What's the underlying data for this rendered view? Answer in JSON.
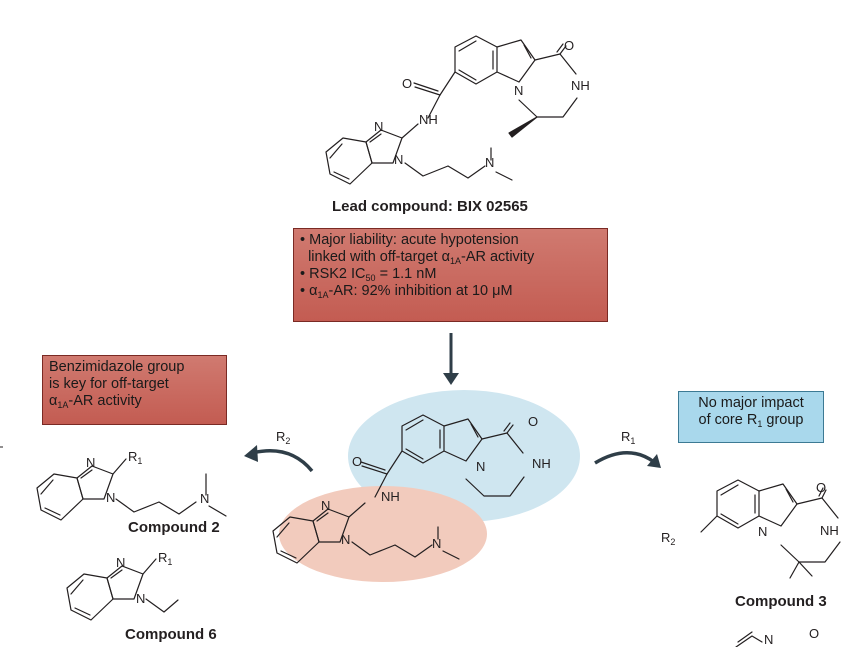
{
  "lead": {
    "title": "Lead compound: BIX 02565",
    "b1_a": "Major liability: acute hypotension",
    "b2_pre": "linked with off-target α",
    "b2_sub": "1A",
    "b2_post": "-AR activity",
    "b3_pre": "RSK2 IC",
    "b3_sub": "50",
    "b3_post": " = 1.1 nM",
    "b4_pre": "α",
    "b4_sub": "1A",
    "b4_post": "-AR: 92% inhibition at 10 μM"
  },
  "left_box": {
    "l1": "Benzimidazole group",
    "l2": "is key for off-target",
    "l3_pre": "α",
    "l3_sub": "1A",
    "l3_post": "-AR activity"
  },
  "right_box": {
    "l1": "No major impact",
    "l2_pre": "of core R",
    "l2_sub": "1",
    "l2_post": " group"
  },
  "arrows": {
    "left_label_main": "R",
    "left_label_sub": "2",
    "right_label_main": "R",
    "right_label_sub": "1"
  },
  "compounds": {
    "c2": "Compound 2",
    "c6": "Compound 6",
    "c3": "Compound 3"
  },
  "atoms": {
    "O": "O",
    "NH": "NH",
    "N": "N",
    "R1_main": "R",
    "R1_sub": "1",
    "R2_main": "R",
    "R2_sub": "2"
  },
  "colors": {
    "red_box": "#c96a60",
    "blue_box": "#a9d8ec",
    "blue_highlight": "#cfe6f0",
    "red_highlight": "#f2cbbd",
    "arrow": "#2f3e48"
  }
}
